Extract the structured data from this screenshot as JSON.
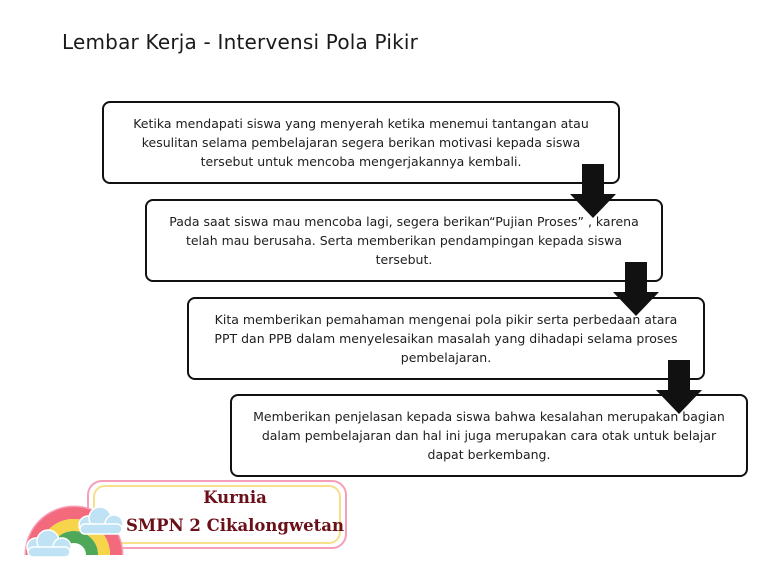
{
  "title": "Lembar Kerja - Intervensi Pola Pikir",
  "steps": [
    {
      "text": "Ketika mendapati siswa yang menyerah ketika menemui tantangan atau kesulitan selama pembelajaran segera berikan motivasi kepada siswa tersebut untuk mencoba mengerjakannya kembali."
    },
    {
      "text": "Pada saat siswa mau mencoba lagi, segera berikan“Pujian Proses” , karena telah mau berusaha. Serta memberikan pendampingan kepada siswa tersebut."
    },
    {
      "text": "Kita memberikan pemahaman mengenai pola pikir serta perbedaan atara PPT dan PPB dalam menyelesaikan masalah yang dihadapi selama proses pembelajaran."
    },
    {
      "text": "Memberikan penjelasan kepada siswa bahwa kesalahan merupakan bagian dalam pembelajaran dan hal ini juga merupakan cara otak untuk belajar dapat berkembang."
    }
  ],
  "badge": {
    "line1": "Kurnia",
    "line2": "SMPN 2 Cikalongwetan"
  },
  "colors": {
    "border": "#111111",
    "arrow": "#111111",
    "badge_text": "#6b1018",
    "rainbow_red": "#f46a7d",
    "rainbow_yellow": "#f7d54a",
    "rainbow_green": "#4fa85a",
    "badge_outline": "#f5a0b8",
    "badge_inner": "#f7e08a",
    "cloud": "#bfe2f4"
  },
  "icons": [
    "down-arrow-icon",
    "rainbow-icon",
    "cloud-icon"
  ]
}
